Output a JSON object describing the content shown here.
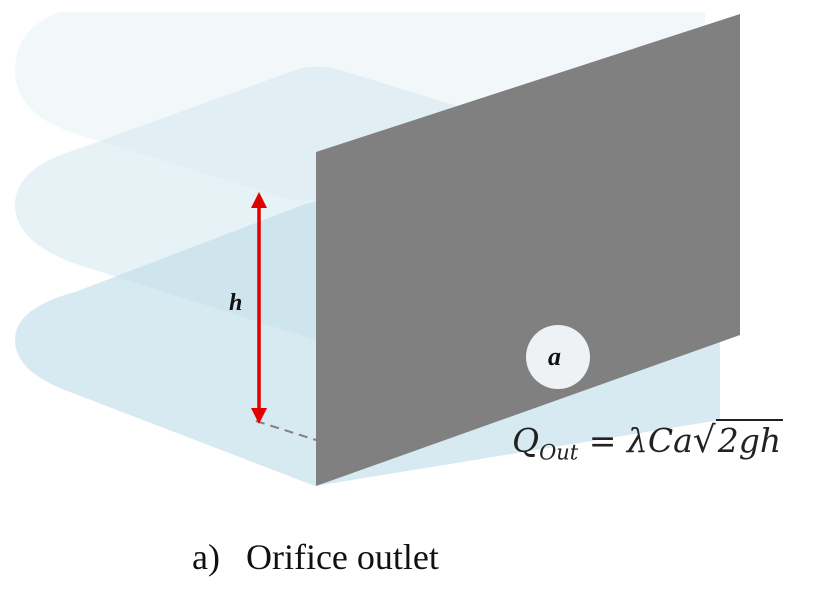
{
  "diagram": {
    "height_label": "h",
    "orifice_label": "a",
    "formula": {
      "lhs_symbol": "Q",
      "lhs_subscript": "Out",
      "equals": "=",
      "rhs_coefficients": "λCa",
      "radicand": "2gh"
    },
    "caption": {
      "tag": "a)",
      "text": "Orifice outlet"
    },
    "colors": {
      "plate": "#808080",
      "water": "#a9d2e0",
      "arrow": "#e00000",
      "orifice": "#eef2f4",
      "dashed_line": "#808080"
    }
  }
}
